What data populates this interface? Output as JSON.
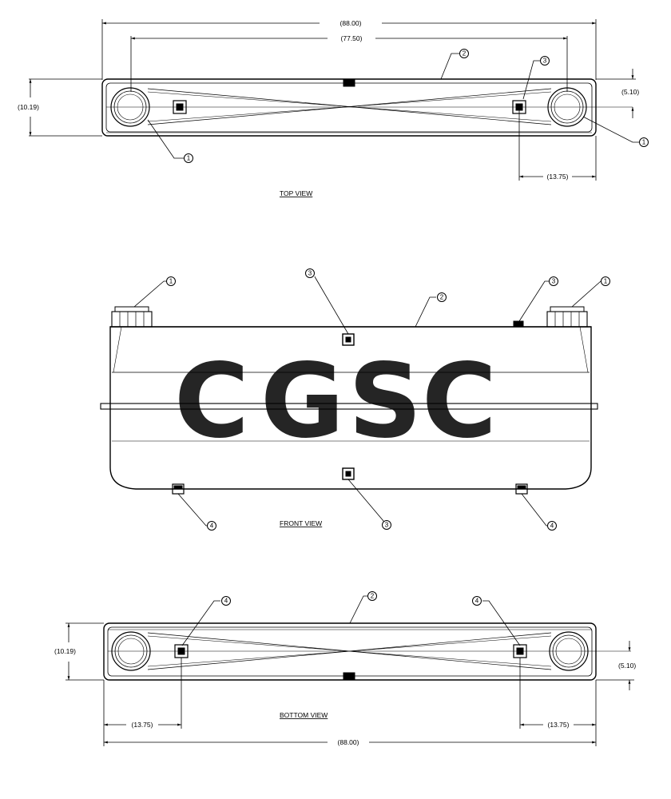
{
  "views": {
    "top": {
      "title": "TOP VIEW",
      "dim_overall": "(88.00)",
      "dim_inner": "(77.50)",
      "dim_height": "(10.19)",
      "dim_center": "(5.10)",
      "dim_offset": "(13.75)"
    },
    "front": {
      "title": "FRONT VIEW"
    },
    "bottom": {
      "title": "BOTTOM VIEW",
      "dim_overall": "(88.00)",
      "dim_height": "(10.19)",
      "dim_center": "(5.10)",
      "dim_offset_left": "(13.75)",
      "dim_offset_right": "(13.75)"
    }
  },
  "callouts": [
    "1",
    "2",
    "3",
    "4"
  ],
  "watermark": {
    "letters": [
      "C",
      "G",
      "S",
      "C"
    ],
    "colors": [
      "#4c8bf5",
      "#f28b82",
      "#fdd663",
      "#34a06f"
    ]
  },
  "colors": {
    "line": "#000000",
    "background": "#ffffff"
  }
}
